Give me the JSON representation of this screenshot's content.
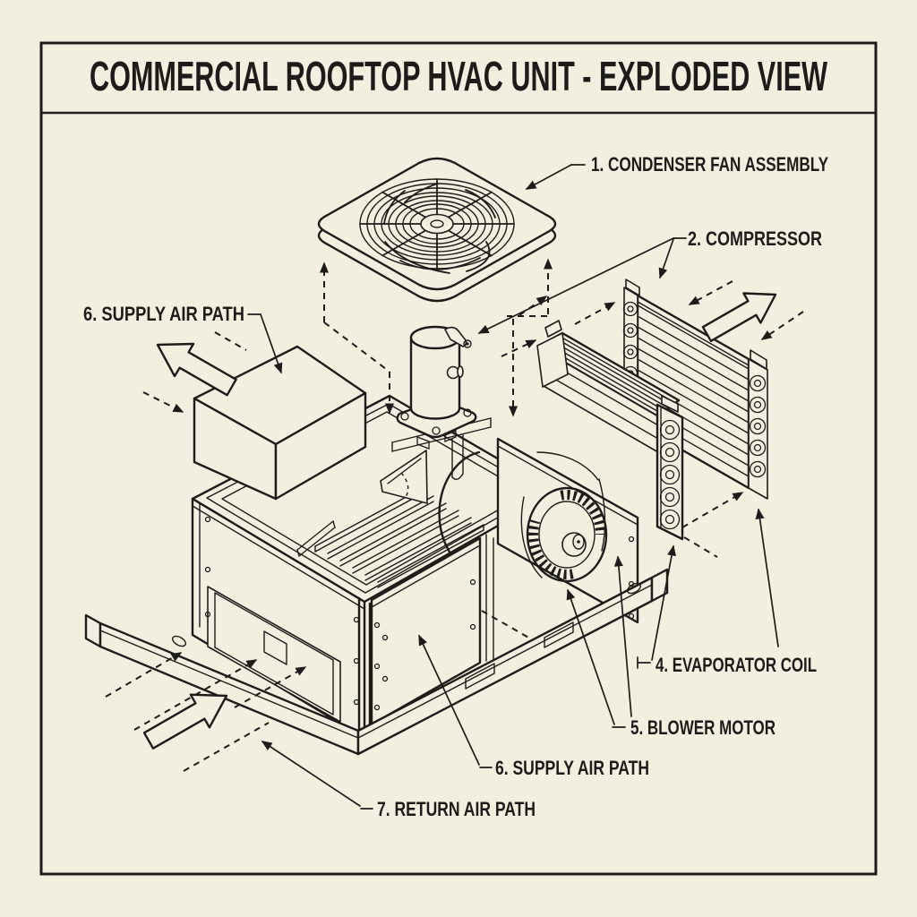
{
  "title": "COMMERCIAL ROOFTOP HVAC UNIT - EXPLODED VIEW",
  "labels": {
    "condenser_fan_assembly": "1. CONDENSER FAN ASSEMBLY",
    "compressor": "2. COMPRESSOR",
    "evaporator_coil": "4. EVAPORATOR COIL",
    "blower_motor": "5. BLOWER MOTOR",
    "supply_air_path_upper": "6. SUPPLY AIR PATH",
    "supply_air_path_lower": "6. SUPPLY AIR PATH",
    "return_air_path": "7. RETURN AIR PATH"
  },
  "colors": {
    "paper": "#f2efe1",
    "ink": "#1d1c18"
  }
}
